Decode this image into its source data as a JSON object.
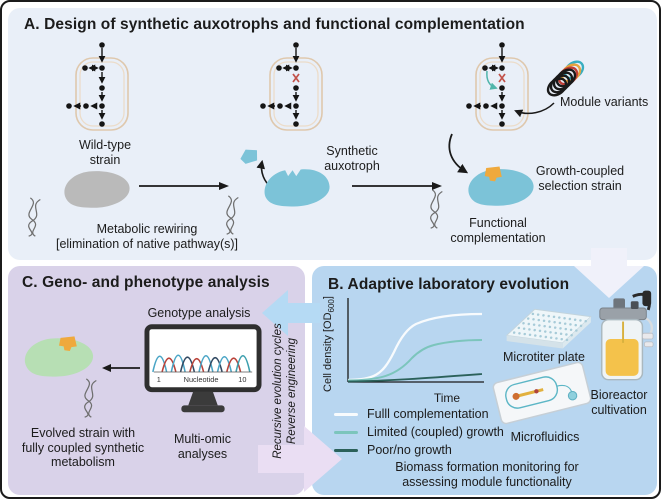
{
  "figure": {
    "type": "scientific-figure",
    "description": "Design of synthetic auxotrophs, adaptive laboratory evolution and geno-/phenotype analysis workflow"
  },
  "panel_a": {
    "title": "A. Design of synthetic auxotrophs and functional complementation",
    "labels": {
      "wild_type1": "Wild-type",
      "wild_type2": "strain",
      "metabolic1": "Metabolic rewiring",
      "metabolic2": "[elimination of native pathway(s)]",
      "synthetic1": "Synthetic",
      "synthetic2": "auxotroph",
      "growth1": "Growth-coupled",
      "growth2": "selection strain",
      "functional1": "Functional",
      "functional2": "complementation",
      "module_variants": "Module variants"
    }
  },
  "panel_b": {
    "title": "B. Adaptive laboratory evolution",
    "ylabel_pre": "Cell density [OD",
    "ylabel_sub": "600",
    "ylabel_post": "]",
    "microtiter": "Microtiter plate",
    "bioreactor1": "Bioreactor",
    "bioreactor2": "cultivation",
    "microfluidics": "Microfluidics",
    "biomass1": "Biomass formation monitoring for",
    "biomass2": "assessing module functionality"
  },
  "panel_c": {
    "title": "C. Geno- and phenotype analysis",
    "genotype": "Genotype analysis",
    "chromatogram_start": "1",
    "chromatogram_axis": "Nucleotide",
    "chromatogram_end": "10",
    "multiomic1": "Multi-omic",
    "multiomic2": "analyses",
    "evolved1": "Evolved strain with",
    "evolved2": "fully coupled synthetic",
    "evolved3": "metabolism"
  },
  "cycle": {
    "line1": "Recursive evolution cycles",
    "line2": "Reverse engineering"
  },
  "chart_data": {
    "type": "line",
    "title": "",
    "xlabel": "Time",
    "ylabel": "Cell density [OD600]",
    "axis_ticks": false,
    "grid": false,
    "legend_position": "below",
    "x_range_norm": [
      0,
      10
    ],
    "y_range_norm": [
      0,
      1
    ],
    "series": [
      {
        "name": "Fulll complementation",
        "color": "#f8fbfd",
        "shape": "sigmoid",
        "points": [
          [
            0,
            0.02
          ],
          [
            2,
            0.04
          ],
          [
            3,
            0.1
          ],
          [
            4,
            0.32
          ],
          [
            5,
            0.62
          ],
          [
            6,
            0.86
          ],
          [
            7,
            0.93
          ],
          [
            10,
            0.95
          ]
        ]
      },
      {
        "name": "Limited (coupled) growth",
        "color": "#7cc5bc",
        "shape": "sigmoid",
        "points": [
          [
            0,
            0.02
          ],
          [
            3,
            0.05
          ],
          [
            4,
            0.12
          ],
          [
            5,
            0.26
          ],
          [
            6,
            0.42
          ],
          [
            7,
            0.5
          ],
          [
            10,
            0.55
          ]
        ]
      },
      {
        "name": "Poor/no growth",
        "color": "#2b615a",
        "shape": "flat",
        "points": [
          [
            0,
            0.01
          ],
          [
            5,
            0.04
          ],
          [
            10,
            0.08
          ]
        ]
      }
    ]
  },
  "colors": {
    "panel_a_bg": "#e9eff8",
    "panel_b_bg": "#b8d6f0",
    "panel_c_bg": "#d9d2e9",
    "frame_border": "#1b1b1b",
    "text": "#1c1c1c",
    "wildtype_cell": "#bababa",
    "auxotroph_cell": "#7cc3d8",
    "evolved_cell": "#b7dfb4",
    "module_patch": "#efa93d",
    "cell_outline_tan": "#dfc8ad",
    "pathway_x_red": "#c2524a",
    "bypass_teal": "#50b5ab",
    "arrow_a_to_b": "#f0f1fa",
    "arrow_b_to_c": "#b5daf4",
    "arrow_c_to_b": "#eadef3",
    "bioreactor_liquid": "#f4c24b"
  }
}
